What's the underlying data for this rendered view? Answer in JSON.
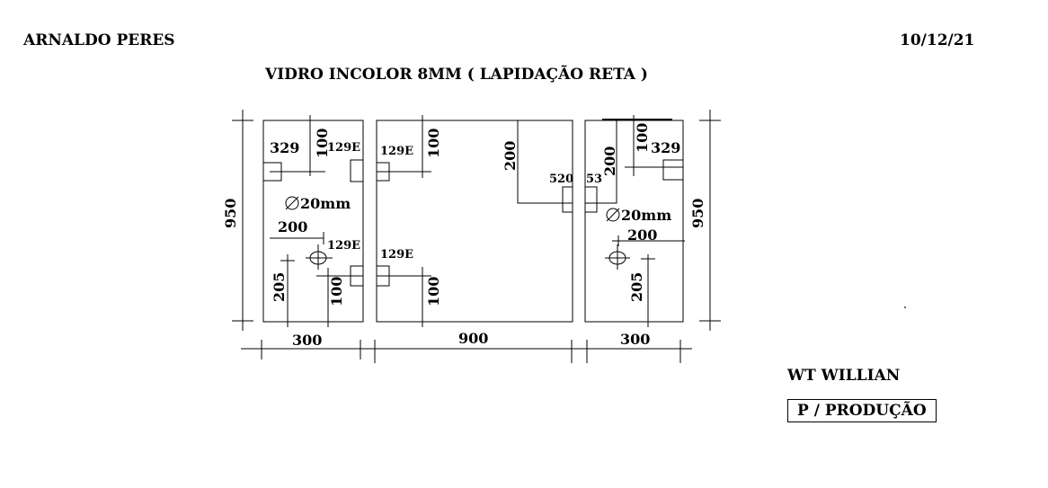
{
  "header": {
    "client": "ARNALDO  PERES",
    "date": "10/12/21",
    "title": "VIDRO INCOLOR 8MM  ( LAPIDAÇÃO RETA )"
  },
  "footer": {
    "seller": "WT WILLIAN",
    "status": "P / PRODUÇÃO"
  },
  "panels": {
    "left": {
      "width": "300",
      "height": "950",
      "labels": {
        "top_offset": "329",
        "top_vertical": "100",
        "top_notch": "129E",
        "hole": "20mm",
        "hole_offset": "200",
        "bottom_notch": "129E",
        "bottom_vertical": "100",
        "hole_height": "205"
      }
    },
    "center": {
      "width": "900",
      "labels": {
        "top_notch": "129E",
        "top_vertical": "100",
        "cutout_height": "200",
        "cutout_notch": "520",
        "bottom_notch": "129E",
        "bottom_vertical": "100"
      }
    },
    "right": {
      "width": "300",
      "height": "950",
      "labels": {
        "cutout_notch": "53",
        "cutout_height": "200",
        "top_vertical": "100",
        "top_offset": "329",
        "hole": "20mm",
        "hole_offset": "200",
        "hole_height": "205"
      }
    }
  }
}
